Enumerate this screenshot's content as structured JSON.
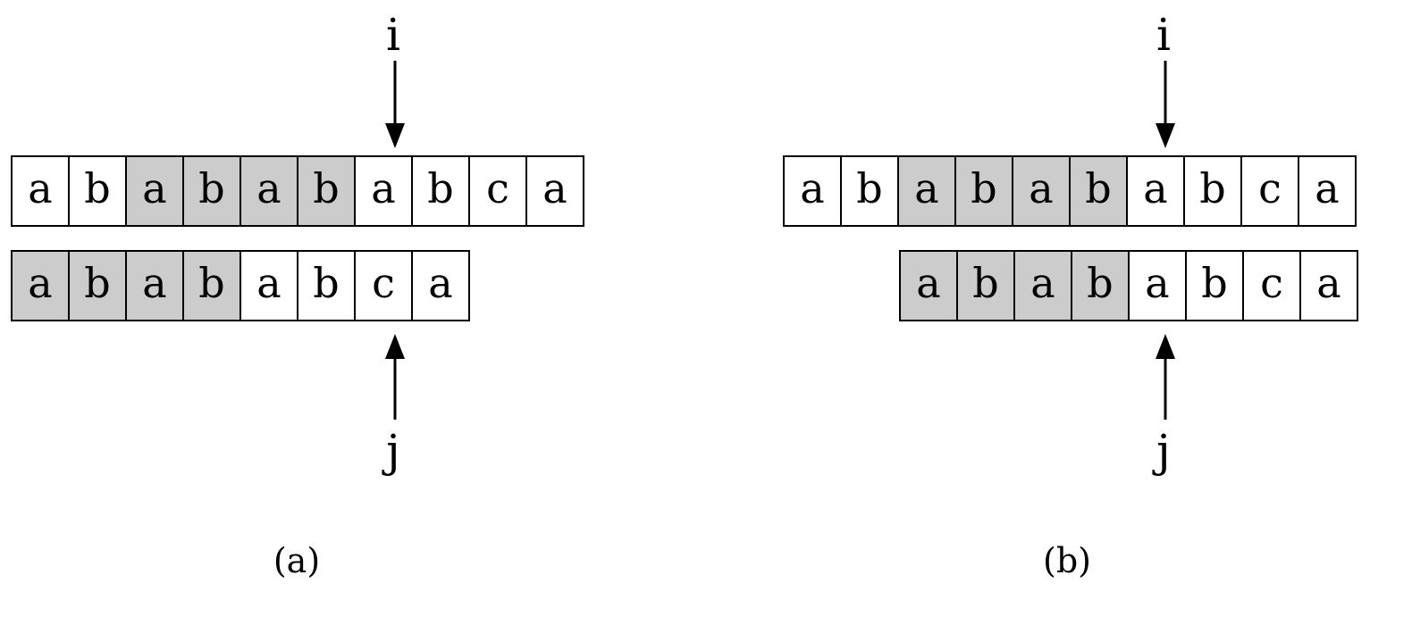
{
  "colors": {
    "matched_fill": "#cccccc",
    "plain_fill": "#ffffff",
    "stroke": "#000000"
  },
  "panels": [
    {
      "caption": "(a)",
      "text_cells": [
        "a",
        "b",
        "a",
        "b",
        "a",
        "b",
        "a",
        "b",
        "c",
        "a"
      ],
      "text_shaded": [
        false,
        false,
        true,
        true,
        true,
        true,
        false,
        false,
        false,
        false
      ],
      "pattern_cells": [
        "a",
        "b",
        "a",
        "b",
        "a",
        "b",
        "c",
        "a"
      ],
      "pattern_shaded": [
        true,
        true,
        true,
        true,
        false,
        false,
        false,
        false
      ],
      "pointer_top": "i",
      "pointer_bottom": "j"
    },
    {
      "caption": "(b)",
      "text_cells": [
        "a",
        "b",
        "a",
        "b",
        "a",
        "b",
        "a",
        "b",
        "c",
        "a"
      ],
      "text_shaded": [
        false,
        false,
        true,
        true,
        true,
        true,
        false,
        false,
        false,
        false
      ],
      "pattern_cells": [
        "a",
        "b",
        "a",
        "b",
        "a",
        "b",
        "c",
        "a"
      ],
      "pattern_shaded": [
        true,
        true,
        true,
        true,
        false,
        false,
        false,
        false
      ],
      "pointer_top": "i",
      "pointer_bottom": "j"
    }
  ]
}
